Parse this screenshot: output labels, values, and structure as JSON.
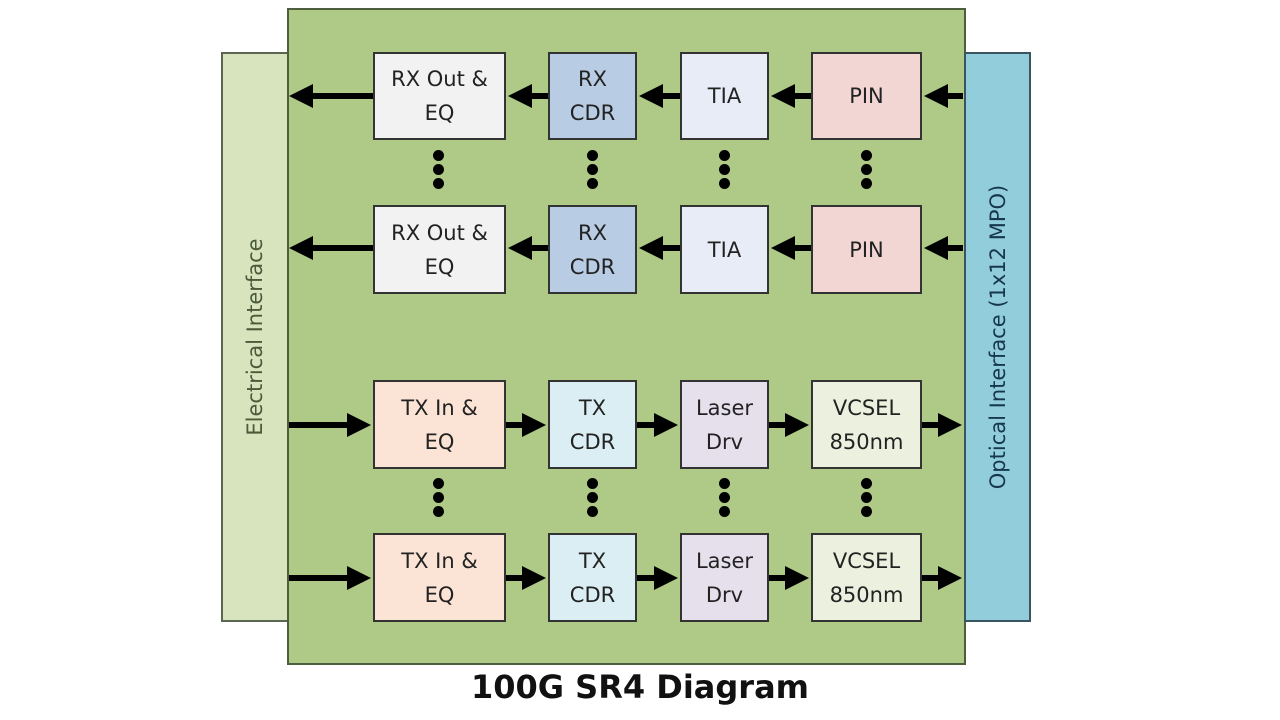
{
  "title": "100G SR4 Diagram",
  "electrical_interface": {
    "label": "Electrical Interface",
    "color": "#d7e4bd"
  },
  "optical_interface": {
    "label": "Optical Interface (1x12 MPO)",
    "color": "#92cddc"
  },
  "module_color": "#afc986",
  "rx_chain": {
    "direction": "optical-to-electrical",
    "blocks": [
      {
        "label": "RX Out &\nEQ",
        "color": "#f2f2f2"
      },
      {
        "label": "RX\nCDR",
        "color": "#b8cce4"
      },
      {
        "label": "TIA",
        "color": "#e8ecf6"
      },
      {
        "label": "PIN",
        "color": "#f2d6d4"
      }
    ]
  },
  "tx_chain": {
    "direction": "electrical-to-optical",
    "blocks": [
      {
        "label": "TX In &\nEQ",
        "color": "#fbe4d5"
      },
      {
        "label": "TX\nCDR",
        "color": "#dbeef4"
      },
      {
        "label": "Laser\nDrv",
        "color": "#e6e0ec"
      },
      {
        "label": "VCSEL\n850nm",
        "color": "#ebf1de"
      }
    ]
  },
  "lanes_shown_per_chain": 2,
  "ellipsis_between_lanes": true
}
